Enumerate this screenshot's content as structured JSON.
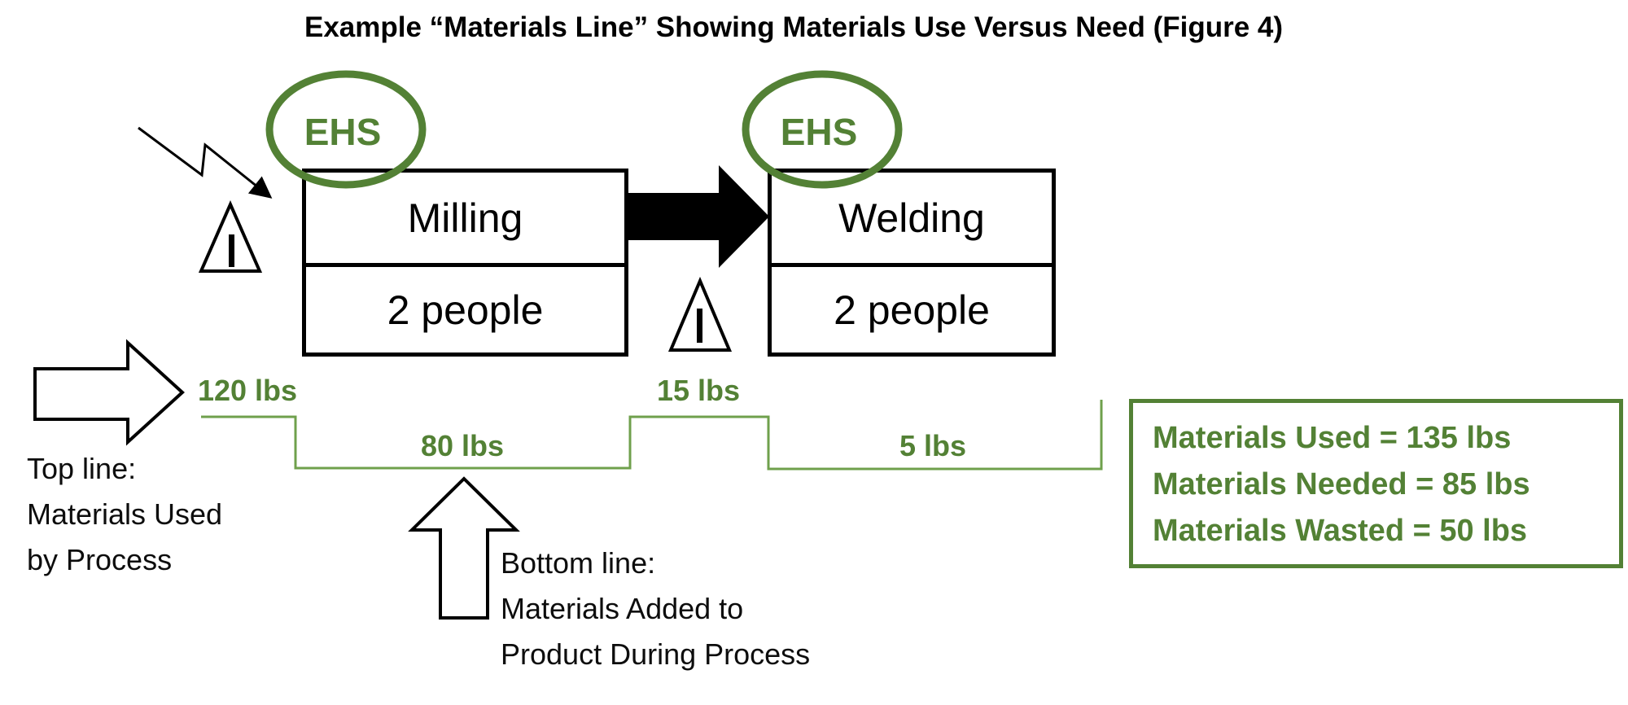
{
  "title": "Example “Materials Line” Showing Materials Use Versus Need (Figure 4)",
  "ehs": {
    "left_label": "EHS",
    "right_label": "EHS"
  },
  "processes": {
    "milling": {
      "name": "Milling",
      "staff": "2 people"
    },
    "welding": {
      "name": "Welding",
      "staff": "2 people"
    }
  },
  "materials_line": {
    "used_by_milling": "120 lbs",
    "added_by_milling": "80 lbs",
    "used_by_welding": "15 lbs",
    "added_by_welding": "5 lbs"
  },
  "annotations": {
    "top_line": "Top line:\nMaterials Used\nby Process",
    "bottom_line": "Bottom line:\nMaterials Added to\nProduct During Process"
  },
  "summary": {
    "used": "Materials Used = 135 lbs",
    "needed": "Materials Needed = 85 lbs",
    "wasted": "Materials Wasted = 50 lbs"
  },
  "colors": {
    "green_dark": "#538135",
    "green_line": "#6fa04c",
    "black": "#000000"
  }
}
